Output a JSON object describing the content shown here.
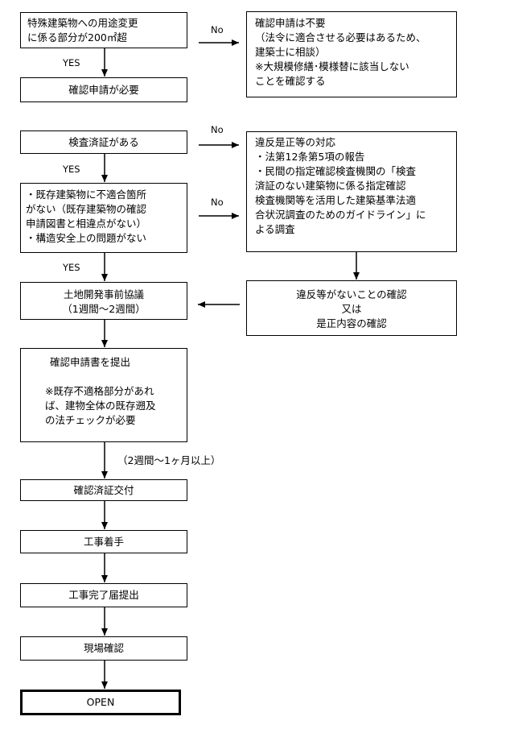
{
  "boxes": {
    "b1": [
      "特殊建築物への用途変更",
      "に係る部分が200㎡超"
    ],
    "b1_no": [
      "確認申請は不要",
      "（法令に適合させる必要はあるため、",
      "建築士に相談）",
      "※大規模修繕･模様替に該当しない",
      "ことを確認する"
    ],
    "b2": [
      "確認申請が必要"
    ],
    "b3": [
      "検査済証がある"
    ],
    "b3_no": [
      "違反是正等の対応",
      "・法第12条第5項の報告",
      "・民間の指定確認検査機関の「検査",
      "済証のない建築物に係る指定確認",
      "検査機関等を活用した建築基準法適",
      "合状況調査のためのガイドライン」に",
      "よる調査"
    ],
    "b4": [
      "・既存建築物に不適合箇所",
      "がない（既存建築物の確認",
      "申請図書と相違点がない）",
      "・構造安全上の問題がない"
    ],
    "b5": [
      "土地開発事前協議",
      "（1週間～2週間）"
    ],
    "b5_r": [
      "違反等がないことの確認",
      "又は",
      "是正内容の確認"
    ],
    "b6": [
      "確認申請書を提出",
      "",
      "※既存不適格部分があれ",
      "ば、建物全体の既存遡及",
      "の法チェックが必要"
    ],
    "b7": [
      "確認済証交付"
    ],
    "b8": [
      "工事着手"
    ],
    "b9": [
      "工事完了届提出"
    ],
    "b10": [
      "現場確認"
    ],
    "b11": [
      "OPEN"
    ]
  },
  "labels": {
    "no1": "No",
    "yes1": "YES",
    "no2": "No",
    "yes2": "YES",
    "no3": "No",
    "yes3": "YES",
    "duration": "（2週間～1ヶ月以上）"
  }
}
